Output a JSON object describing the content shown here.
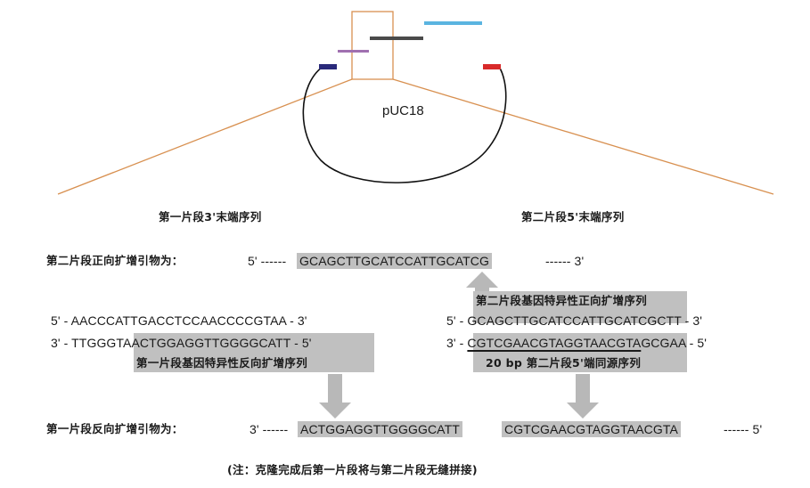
{
  "plasmid": {
    "label": "pUC18",
    "bar_colors": {
      "dark_blue": "#2a2a7a",
      "purple": "#a070b0",
      "dark_gray": "#4a4a4a",
      "light_blue": "#5ab4e0",
      "red": "#d82a2a",
      "orange_frame": "#d89050"
    }
  },
  "headings": {
    "fragment1_3prime": "第一片段3'末端序列",
    "fragment2_5prime": "第二片段5'末端序列"
  },
  "forward_primer": {
    "label": "第二片段正向扩增引物为：",
    "end5": "5' ------",
    "sequence": "GCAGCTTGCATCCATTGCATCG",
    "end3": "------ 3'"
  },
  "fragment1": {
    "top_strand": "5' - AACCCATTGACCTCCAACCCCGTAA - 3'",
    "bottom_prefix": "3' - TTGGGTA",
    "bottom_highlight": "ACTGGAGGTTGGGGCATT",
    "bottom_suffix": " - 5'",
    "annotation": "第一片段基因特异性反向扩增序列"
  },
  "fragment2": {
    "annotation_top": "第二片段基因特异性正向扩增序列",
    "top_prefix": "5' - ",
    "top_highlight": "GCAGCTTGCATCCATTGCATCG",
    "top_suffix": "CTT - 3'",
    "bottom_prefix": "3' - ",
    "bottom_highlight": "CGTCGAACGTAGGTAACGTA",
    "bottom_suffix": "GCGAA - 5'",
    "annotation_bottom": "20 bp 第二片段5'端同源序列"
  },
  "reverse_primer": {
    "label": "第一片段反向扩增引物为：",
    "end3": "3' ------",
    "sequence_part1": "ACTGGAGGTTGGGGCATT",
    "sequence_part2": "CGTCGAACGTAGGTAACGTA",
    "end5": "------ 5'"
  },
  "note": "(注：克隆完成后第一片段将与第二片段无缝拼接)"
}
